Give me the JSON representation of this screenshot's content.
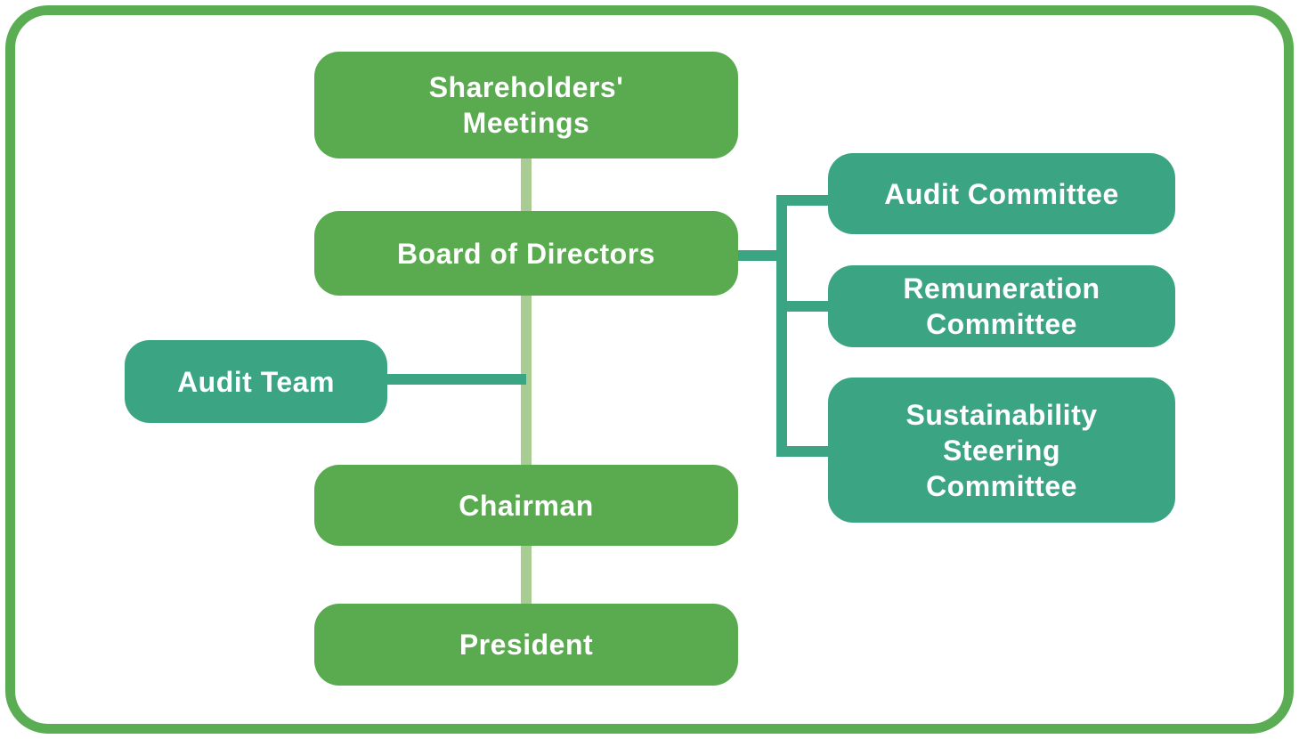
{
  "diagram": {
    "type": "org-chart",
    "nodes": {
      "shareholders_meetings": "Shareholders'\nMeetings",
      "board_of_directors": "Board of Directors",
      "audit_team": "Audit Team",
      "chairman": "Chairman",
      "president": "President",
      "audit_committee": "Audit Committee",
      "remuneration_committee": "Remuneration\nCommittee",
      "sustainability_steering_committee": "Sustainability\nSteering\nCommittee"
    },
    "edges": [
      {
        "from": "Shareholders' Meetings",
        "to": "Board of Directors"
      },
      {
        "from": "Board of Directors",
        "to": "Chairman"
      },
      {
        "from": "Chairman",
        "to": "President"
      },
      {
        "from": "Board of Directors",
        "to": "Audit Team"
      },
      {
        "from": "Board of Directors",
        "to": "Audit Committee"
      },
      {
        "from": "Board of Directors",
        "to": "Remuneration Committee"
      },
      {
        "from": "Board of Directors",
        "to": "Sustainability Steering Committee"
      }
    ],
    "colors": {
      "primary_green_box": "#5aab50",
      "teal_green_box": "#3ba583",
      "light_green_connector": "#a9cc95",
      "teal_connector": "#3ba583",
      "frame_border": "#5aad52",
      "text": "#ffffff",
      "background": "#ffffff"
    }
  }
}
